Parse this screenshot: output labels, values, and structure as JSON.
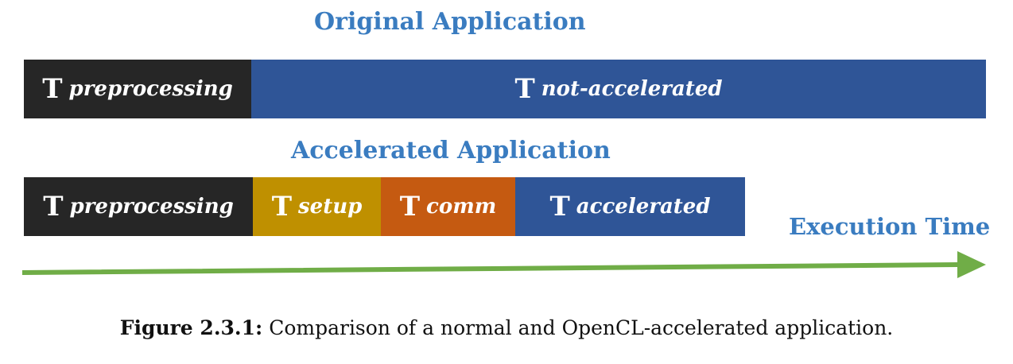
{
  "titles": {
    "original": "Original Application",
    "accelerated": "Accelerated Application"
  },
  "original_bar": {
    "segments": [
      {
        "t": "T",
        "label": "preprocessing",
        "color": "#262626"
      },
      {
        "t": "T",
        "label": "not-accelerated",
        "color": "#2f5597"
      }
    ]
  },
  "accelerated_bar": {
    "segments": [
      {
        "t": "T",
        "label": "preprocessing",
        "color": "#262626"
      },
      {
        "t": "T",
        "label": "setup",
        "color": "#bf9000"
      },
      {
        "t": "T",
        "label": "comm",
        "color": "#c55a11"
      },
      {
        "t": "T",
        "label": "accelerated",
        "color": "#2f5597"
      }
    ]
  },
  "axis": {
    "label": "Execution Time",
    "arrow_color": "#70ad47"
  },
  "caption": {
    "label": "Figure 2.3.1:",
    "text": " Comparison of a normal and OpenCL-accelerated application."
  },
  "colors": {
    "heading": "#3a7cc0"
  }
}
